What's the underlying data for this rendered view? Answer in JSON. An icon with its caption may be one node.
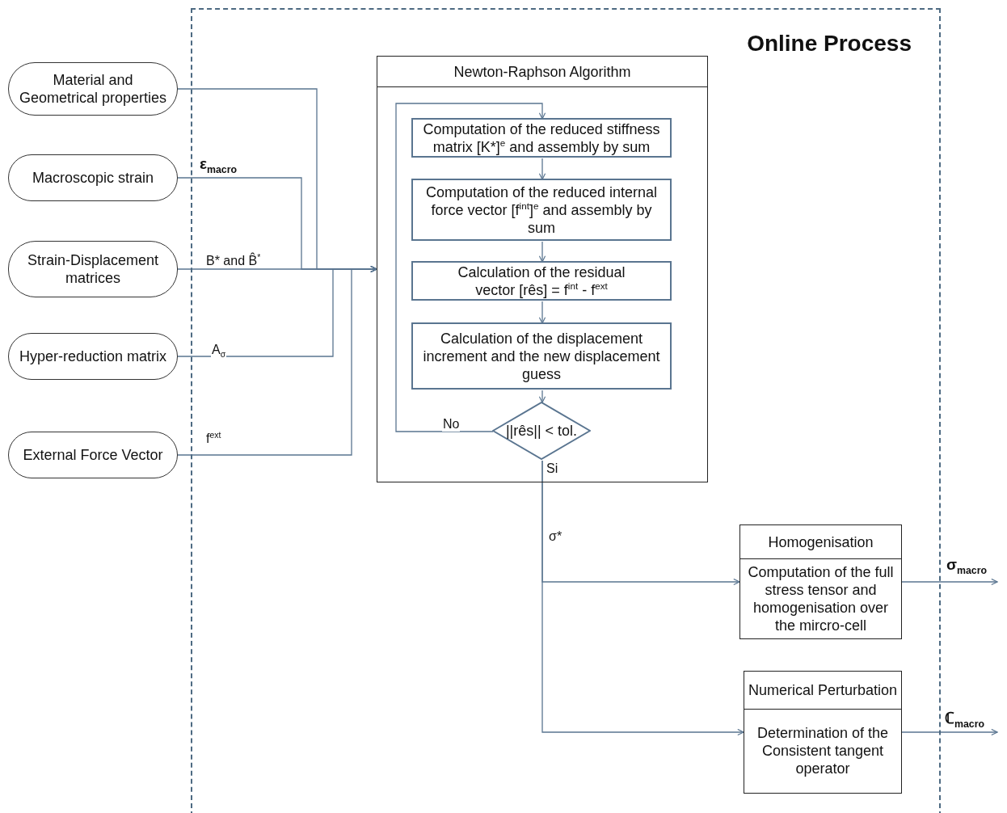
{
  "diagram": {
    "nodes": [
      {
        "text": [
          "Online Process"
        ]
      },
      {
        "text": [
          "Material and Geometrical properties"
        ]
      },
      {
        "text": [
          "Macroscopic strain"
        ]
      },
      {
        "text": [
          "Strain-Displacement matrices"
        ]
      },
      {
        "text": [
          "Hyper-reduction matrix"
        ]
      },
      {
        "text": [
          "External Force Vector"
        ]
      },
      {
        "text": [
          "Newton-Raphson Algorithm"
        ],
        "in": 0
      },
      {
        "text": [
          "Computation of the reduced stiffness matrix [K*]$^{e}$ and assembly by sum"
        ],
        "in": 6
      },
      {
        "text": [
          "Computation of the reduced internal force vector [f$^{int}$]$^{e}$ and assembly by sum"
        ],
        "in": 6
      },
      {
        "text": [
          "Calculation of the residual vector [rês] = f$^{int}$ - f$^{ext}$"
        ],
        "in": 6
      },
      {
        "text": [
          "Calculation of the displacement increment and the new displacement guess"
        ],
        "in": 6
      },
      {
        "text": [
          "||rês|| < tol."
        ],
        "in": 6
      },
      {
        "text": [
          "Homogenisation",
          "Computation of the full stress tensor and homogenisation over the mircro-cell"
        ],
        "in": 0
      },
      {
        "text": [
          "Numerical Perturbation",
          "Determination of the Consistent tangent operator"
        ],
        "in": 0
      }
    ],
    "edges": [
      {
        "from": 1,
        "to": 6,
        "arrow": "to"
      },
      {
        "from": 2,
        "to": 6,
        "arrow": "to",
        "label": "ε$_{macro}$"
      },
      {
        "from": 3,
        "to": 6,
        "arrow": "to",
        "label": "B* and B̂$^{*}$"
      },
      {
        "from": 4,
        "to": 6,
        "arrow": "to",
        "label": "A$_{σ}$"
      },
      {
        "from": 5,
        "to": 6,
        "arrow": "to",
        "label": "f$^{ext}$"
      },
      {
        "from": 7,
        "to": 8,
        "arrow": "to"
      },
      {
        "from": 8,
        "to": 9,
        "arrow": "to"
      },
      {
        "from": 9,
        "to": 10,
        "arrow": "to"
      },
      {
        "from": 10,
        "to": 11,
        "arrow": "to"
      },
      {
        "from": 11,
        "to": 7,
        "arrow": "to",
        "label": "No"
      },
      {
        "from": 11,
        "to": 12,
        "arrow": "to",
        "label": "Si"
      },
      {
        "from": 11,
        "to": 13,
        "arrow": "to",
        "label": "σ*"
      },
      {
        "from": 12,
        "to": null,
        "arrow": "to",
        "label": "σ$_{macro}$"
      },
      {
        "from": 13,
        "to": null,
        "arrow": "to",
        "label": "ℂ$_{macro}$"
      }
    ]
  }
}
